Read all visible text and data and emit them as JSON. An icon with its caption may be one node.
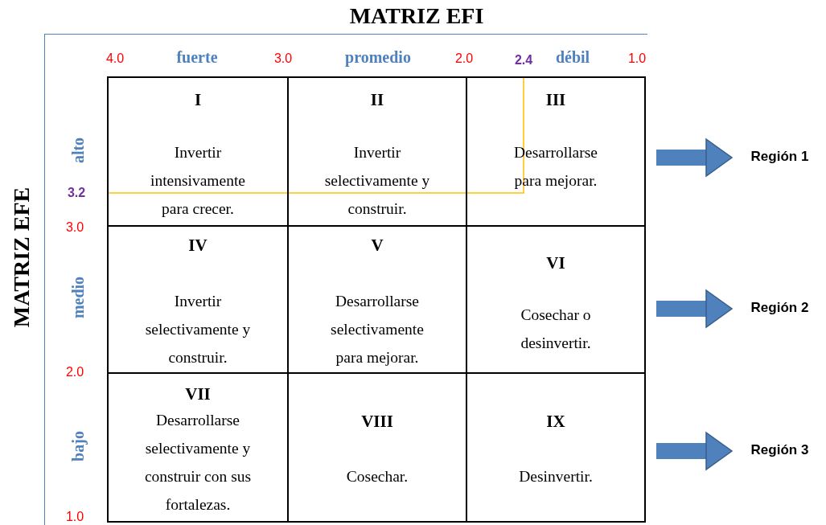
{
  "diagram": {
    "title": "MATRIZ EFI",
    "nodes": [
      {
        "text": [
          "I",
          "Invertir intensivamente para crecer."
        ]
      },
      {
        "text": [
          "II",
          "Invertir selectivamente y construir."
        ]
      },
      {
        "text": [
          "III",
          "Desarrollarse para mejorar."
        ]
      },
      {
        "text": [
          "IV",
          "Invertir selectivamente y construir."
        ]
      },
      {
        "text": [
          "V",
          "Desarrollarse selectivamente para mejorar."
        ]
      },
      {
        "text": [
          "VI",
          "Cosechar o desinvertir."
        ]
      },
      {
        "text": [
          "VII",
          "Desarrollarse selectivamente y construir con sus fortalezas."
        ]
      },
      {
        "text": [
          "VIII",
          "Cosechar."
        ]
      },
      {
        "text": [
          "IX",
          "Desinvertir."
        ]
      },
      {
        "text": [
          "Región 1"
        ]
      },
      {
        "text": [
          "Región 2"
        ]
      },
      {
        "text": [
          "Región 3"
        ]
      }
    ],
    "edges": [
      {
        "from": 2,
        "to": 9,
        "arrow": "to"
      },
      {
        "from": 5,
        "to": 10,
        "arrow": "to"
      },
      {
        "from": 8,
        "to": 11,
        "arrow": "to"
      }
    ],
    "labels": [
      "4.0",
      "fuerte",
      "3.0",
      "promedio",
      "2.0",
      "2.4",
      "débil",
      "1.0",
      "MATRIZ EFE",
      "alto",
      "3.2",
      "3.0",
      "medio",
      "2.0",
      "bajo",
      "1.0"
    ]
  }
}
